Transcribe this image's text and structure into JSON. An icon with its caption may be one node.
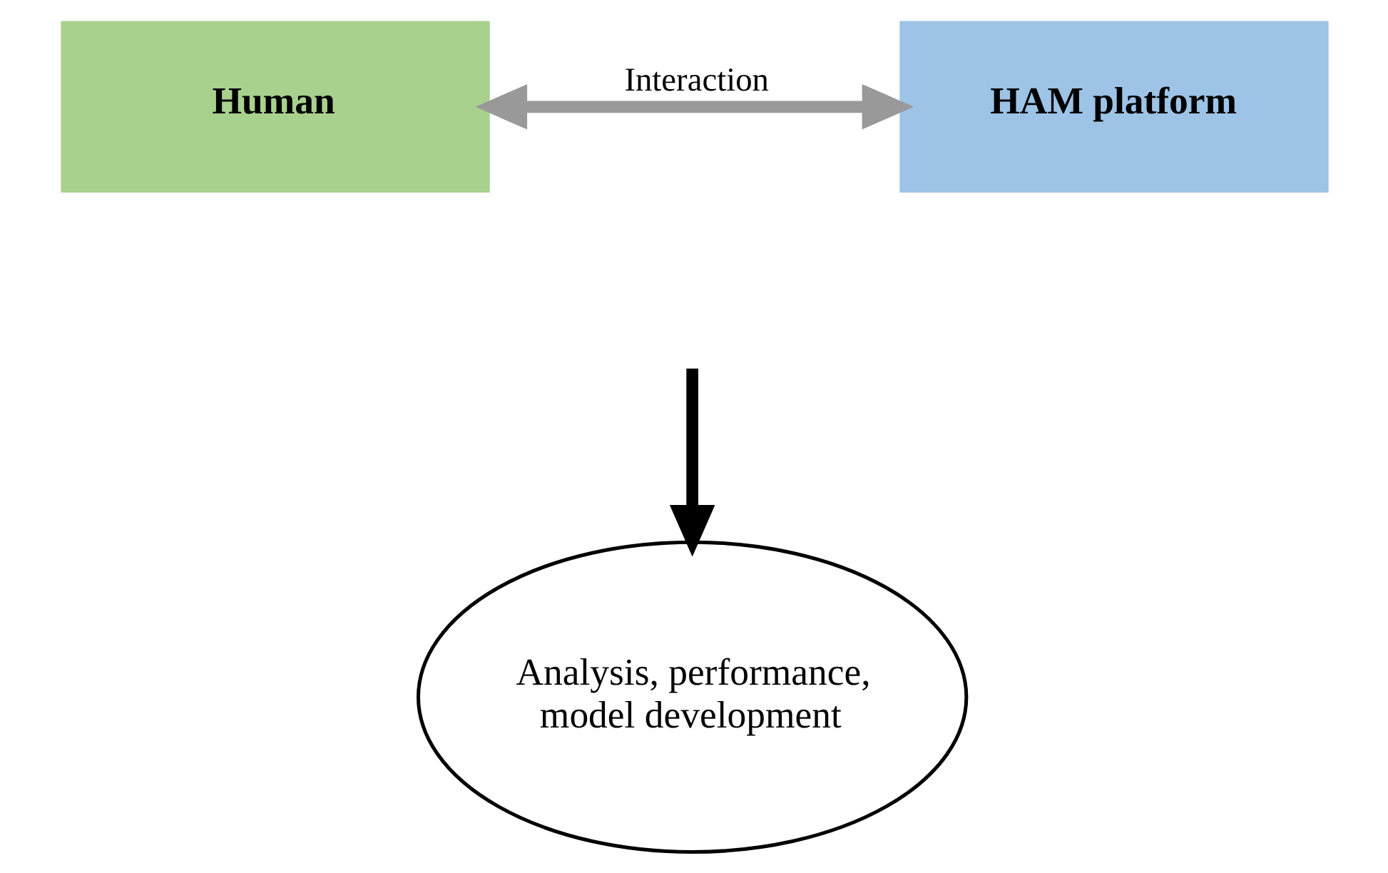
{
  "diagram": {
    "nodes": [
      {
        "text": [
          "Human"
        ]
      },
      {
        "text": [
          "HAM platform"
        ]
      },
      {
        "text": [
          "Analysis, performance, model development"
        ]
      }
    ],
    "edges": [
      {
        "from": 0,
        "to": 1,
        "arrow": "both",
        "label": "Interaction"
      },
      {
        "from": null,
        "to": 2,
        "arrow": "to",
        "color": "#000000"
      }
    ]
  }
}
